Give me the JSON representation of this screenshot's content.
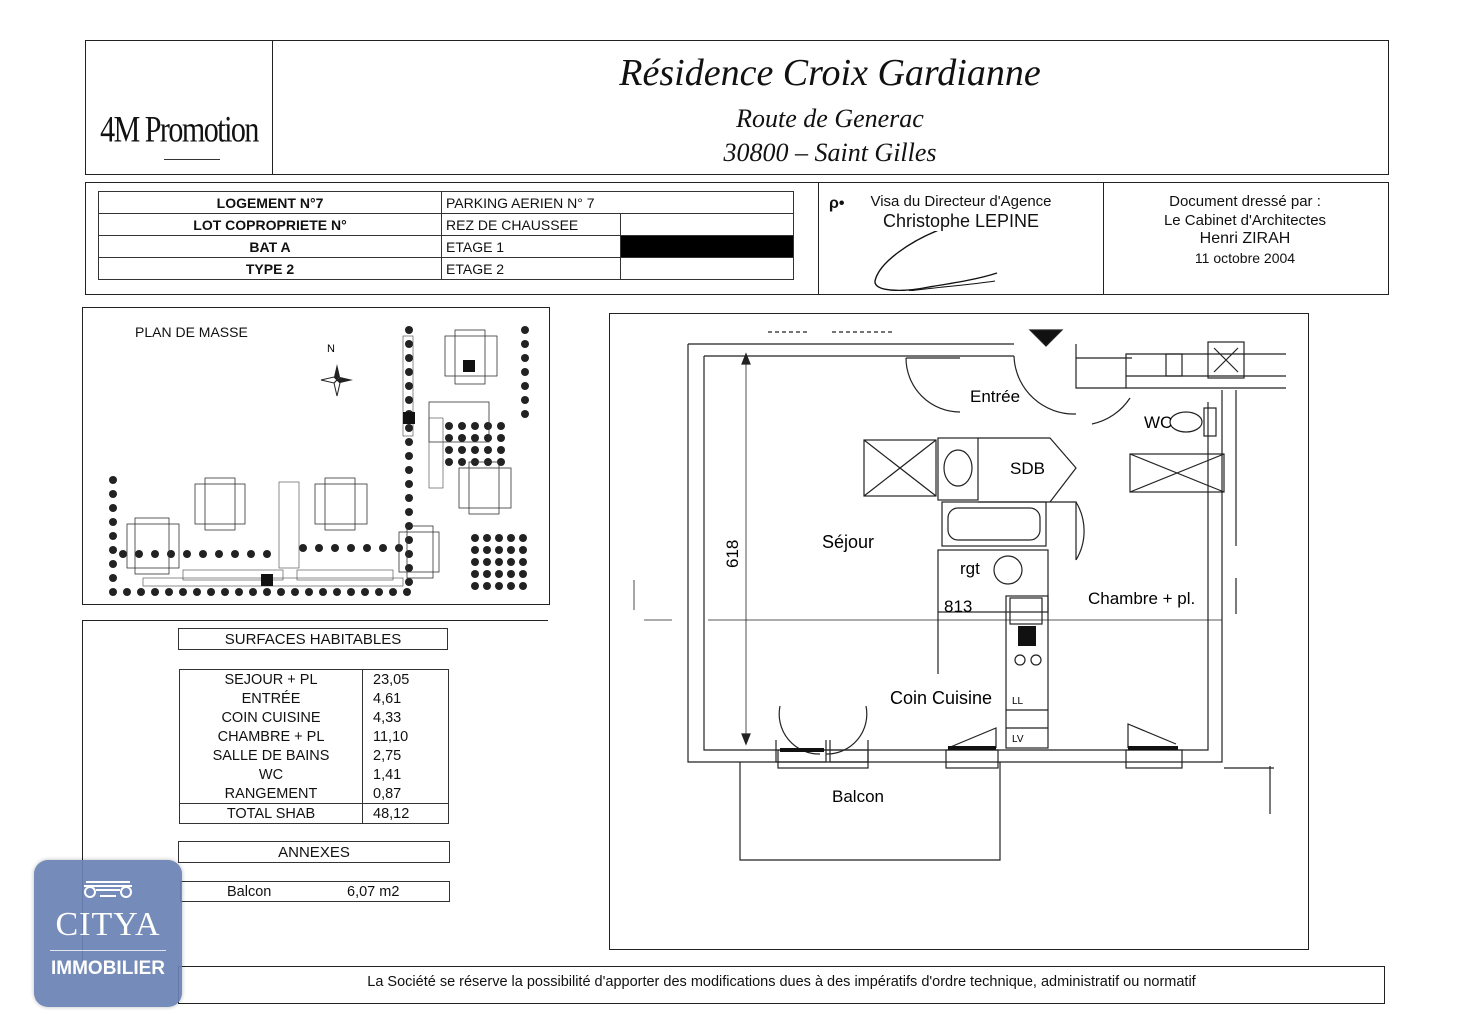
{
  "header": {
    "logo": "4M Promotion",
    "title": "Résidence  Croix  Gardianne",
    "subtitle1": "Route de Generac",
    "subtitle2": "30800 – Saint Gilles"
  },
  "lot_table": [
    {
      "key": "LOGEMENT N°7",
      "value": "PARKING AERIEN N° 7",
      "extra": ""
    },
    {
      "key": "LOT COPROPRIETE N°",
      "value": "REZ DE CHAUSSEE",
      "extra": ""
    },
    {
      "key": "BAT A",
      "value": "ETAGE 1",
      "extra": ""
    },
    {
      "key": "TYPE 2",
      "value": "ETAGE 2",
      "extra": ""
    }
  ],
  "visa": {
    "mark": "ρ•",
    "label": "Visa du Directeur d'Agence",
    "name": "Christophe LEPINE"
  },
  "doc_by": {
    "line1": "Document dressé par :",
    "line2": "Le Cabinet d'Architectes",
    "line3": "Henri ZIRAH",
    "line4": "11 octobre 2004"
  },
  "masse": {
    "label": "PLAN DE MASSE",
    "north": "N"
  },
  "surfaces": {
    "title": "SURFACES HABITABLES",
    "rows": [
      {
        "label": "SEJOUR + PL",
        "value": "23,05"
      },
      {
        "label": "ENTRÉE",
        "value": "4,61"
      },
      {
        "label": "COIN CUISINE",
        "value": "4,33"
      },
      {
        "label": "CHAMBRE + PL",
        "value": "11,10"
      },
      {
        "label": "SALLE DE BAINS",
        "value": "2,75"
      },
      {
        "label": "WC",
        "value": "1,41"
      },
      {
        "label": "RANGEMENT",
        "value": "0,87"
      }
    ],
    "total": {
      "label": "TOTAL SHAB",
      "value": "48,12"
    }
  },
  "annexes": {
    "title": "ANNEXES",
    "balcon_label": "Balcon",
    "balcon_value": "6,07 m2"
  },
  "plan": {
    "entree": "Entrée",
    "wc": "WC",
    "sdb": "SDB",
    "sejour": "Séjour",
    "rgt": "rgt",
    "dim_618": "618",
    "dim_813": "813",
    "chambre": "Chambre + pl.",
    "cuisine": "Coin Cuisine",
    "ll": "LL",
    "lv": "LV",
    "balcon": "Balcon"
  },
  "footer": {
    "note": "La Société se réserve la possibilité d'apporter des modifications dues à des impératifs d'ordre technique, administratif ou normatif"
  },
  "citya": {
    "name": "CITYA",
    "sub": "IMMOBILIER"
  }
}
